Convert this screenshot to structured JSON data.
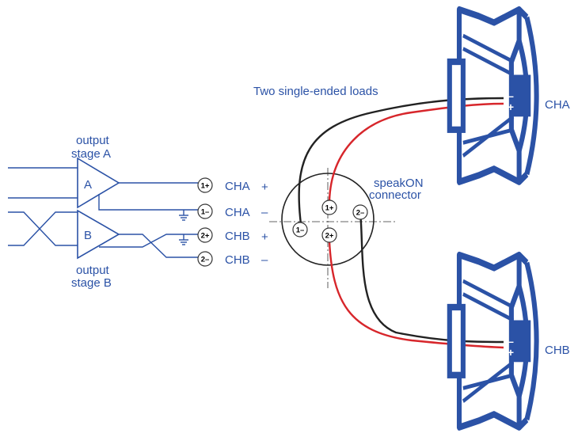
{
  "title": "Two single-ended loads",
  "stage_a": {
    "line1": "output",
    "line2": "stage A",
    "symbol": "A"
  },
  "stage_b": {
    "line1": "output",
    "line2": "stage B",
    "symbol": "B"
  },
  "outputs": [
    {
      "pin": "1+",
      "label": "CHA",
      "sign": "+"
    },
    {
      "pin": "1–",
      "label": "CHA",
      "sign": "–"
    },
    {
      "pin": "2+",
      "label": "CHB",
      "sign": "+"
    },
    {
      "pin": "2–",
      "label": "CHB",
      "sign": "–"
    }
  ],
  "connector": {
    "line1": "speakON",
    "line2": "connector",
    "pins": [
      "1+",
      "1–",
      "2+",
      "2–"
    ]
  },
  "speakers": [
    {
      "label": "CHA",
      "minus": "–",
      "plus": "+"
    },
    {
      "label": "CHB",
      "minus": "–",
      "plus": "+"
    }
  ],
  "colors": {
    "accent": "#2b52a6",
    "positive_wire": "#d7262b",
    "negative_wire": "#222222"
  }
}
